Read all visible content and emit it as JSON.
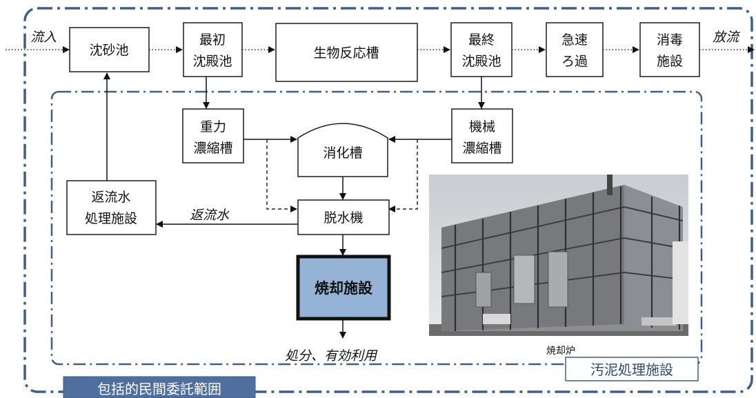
{
  "flow_labels": {
    "inflow": "流入",
    "discharge": "放流",
    "return_water": "返流水",
    "disposal": "処分、有効利用"
  },
  "main_line": {
    "grit_chamber": "沈砂池",
    "primary_settling": [
      "最初",
      "沈殿池"
    ],
    "bioreactor": "生物反応槽",
    "final_settling": [
      "最終",
      "沈殿池"
    ],
    "rapid_filtration": [
      "急速",
      "ろ過"
    ],
    "disinfection": [
      "消毒",
      "施設"
    ]
  },
  "sludge": {
    "gravity_thickener": [
      "重力",
      "濃縮槽"
    ],
    "mechanical_thickener": [
      "機械",
      "濃縮槽"
    ],
    "digester": "消化槽",
    "dewatering": "脱水機",
    "incineration": "焼却施設",
    "return_water_treatment": [
      "返流水",
      "処理施設"
    ]
  },
  "photo": {
    "caption": "焼却炉"
  },
  "boundaries": {
    "sludge_facility_label": "汚泥処理施設",
    "contract_scope_label": "包括的民間委託範囲"
  },
  "colors": {
    "border_blue": "#3f5d85",
    "incineration_fill": "#95b3d7",
    "scope_label_fill": "#4f6f9f",
    "scope_label_text": "#ffffff",
    "sludge_label_text": "#2a4a7a"
  }
}
